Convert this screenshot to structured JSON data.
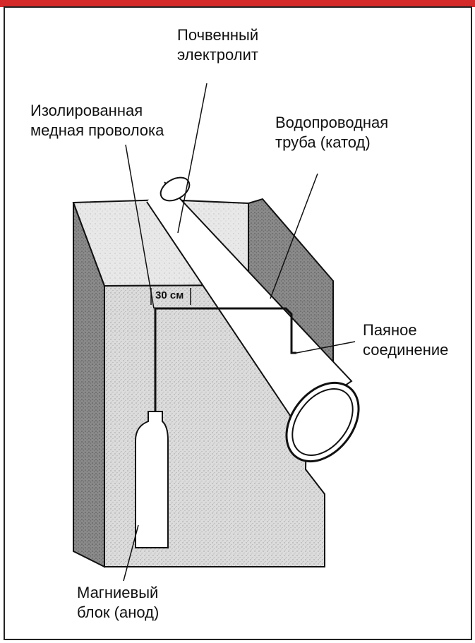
{
  "labels": {
    "soil": {
      "line1": "Почвенный",
      "line2": "электролит"
    },
    "wire": {
      "line1": "Изолированная",
      "line2": "медная проволока"
    },
    "pipe": {
      "line1": "Водопроводная",
      "line2": "труба (катод)"
    },
    "solder": {
      "line1": "Паяное",
      "line2": "соединение"
    },
    "anode": {
      "line1": "Магниевый",
      "line2": "блок (анод)"
    },
    "distance": "30 см"
  },
  "colors": {
    "top_bar": "#d42a2a",
    "soil_top": "#e6e6e6",
    "soil_front": "#dcdcdc",
    "soil_side": "#8c8c8c",
    "outline": "#111111"
  }
}
